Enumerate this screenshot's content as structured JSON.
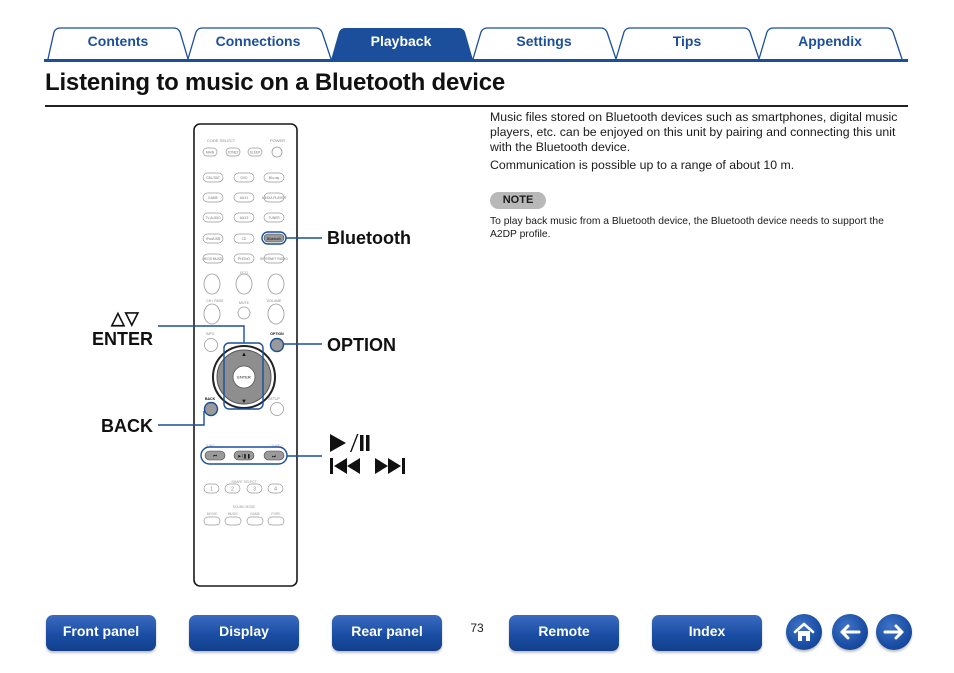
{
  "tabs": [
    {
      "label": "Contents"
    },
    {
      "label": "Connections"
    },
    {
      "label": "Playback"
    },
    {
      "label": "Settings"
    },
    {
      "label": "Tips"
    },
    {
      "label": "Appendix"
    }
  ],
  "active_tab": "Playback",
  "page_title": "Listening to music on a Bluetooth device",
  "intro": {
    "paragraph": "Music files stored on Bluetooth devices such as smartphones, digital music players, etc. can be enjoyed on this unit by pairing and connecting this unit with the Bluetooth device.",
    "range": "Communication is possible up to a range of about 10 m."
  },
  "note": {
    "badge": "NOTE",
    "text": "To play back music from a Bluetooth device, the Bluetooth device needs to support the A2DP profile."
  },
  "remote": {
    "labels": {
      "code_select": "CODE SELECT",
      "power": "POWER",
      "row1": [
        "MAIN",
        "ZONE2",
        "SLEEP"
      ],
      "row2": [
        "CBL/SAT",
        "DVD",
        "Blu-ray"
      ],
      "row3": [
        "GAME",
        "AUX1",
        "MEDIA PLAYER"
      ],
      "row4": [
        "TV AUDIO",
        "AUX2",
        "TUNER"
      ],
      "row5": [
        "iPod/USB",
        "CD",
        "Bluetooth"
      ],
      "row6": [
        "HEOS MUSIC",
        "PHONO",
        "INTERNET RADIO"
      ],
      "eco": "ECO",
      "ch_page": "CH / PAGE",
      "mute": "MUTE",
      "volume": "VOLUME",
      "info": "INFO",
      "option": "OPTION",
      "enter": "ENTER",
      "back": "BACK",
      "setup": "SETUP",
      "tune_minus": "TUNE -",
      "tune_plus": "TUNE +",
      "smart_select": "SMART SELECT",
      "smart_nums": [
        "1",
        "2",
        "3",
        "4"
      ],
      "sound_mode": "SOUND MODE",
      "sound_modes": [
        "MOVIE",
        "MUSIC",
        "GAME",
        "PURE"
      ]
    },
    "callouts": {
      "bluetooth": "Bluetooth",
      "updown": "△▽",
      "enter": "ENTER",
      "option": "OPTION",
      "back": "BACK",
      "play_pause": "►/❚❚",
      "skip": "⏮ ⏭"
    }
  },
  "bottom_nav": {
    "front_panel": "Front panel",
    "display": "Display",
    "rear_panel": "Rear panel",
    "page_number": "73",
    "remote": "Remote",
    "index": "Index"
  },
  "colors": {
    "brand_blue": "#1b4f9c",
    "highlight_blue": "#1b4f9c"
  },
  "icons": [
    "home-icon",
    "back-arrow-icon",
    "forward-arrow-icon"
  ]
}
